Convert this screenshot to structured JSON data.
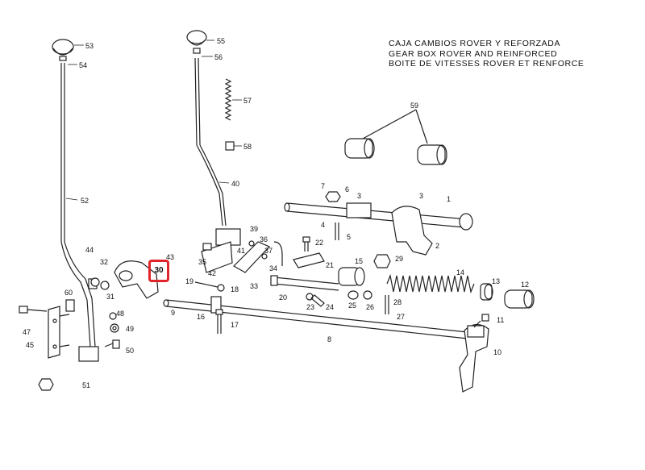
{
  "title": {
    "line1": "CAJA CAMBIOS ROVER Y REFORZADA",
    "line2": "GEAR BOX ROVER AND REINFORCED",
    "line3": "BOITE DE VITESSES ROVER ET RENFORCE"
  },
  "highlight": {
    "part": "30",
    "color": "#e0252a"
  },
  "callouts": {
    "p1": "1",
    "p2": "2",
    "p3": "3",
    "p4": "4",
    "p5": "5",
    "p6": "6",
    "p7": "7",
    "p8": "8",
    "p9": "9",
    "p10": "10",
    "p11": "11",
    "p12": "12",
    "p13": "13",
    "p14": "14",
    "p15": "15",
    "p16": "16",
    "p17": "17",
    "p18": "18",
    "p19": "19",
    "p20": "20",
    "p21": "21",
    "p22": "22",
    "p23": "23",
    "p24": "24",
    "p25": "25",
    "p26": "26",
    "p27": "27",
    "p28": "28",
    "p29": "29",
    "p31": "31",
    "p32": "32",
    "p33": "33",
    "p34": "34",
    "p35": "35",
    "p36": "36",
    "p37": "37",
    "p39": "39",
    "p40": "40",
    "p41": "41",
    "p42": "42",
    "p43": "43",
    "p44": "44",
    "p45": "45",
    "p47": "47",
    "p48": "48",
    "p49": "49",
    "p50": "50",
    "p51": "51",
    "p52": "52",
    "p53": "53",
    "p54": "54",
    "p55": "55",
    "p56": "56",
    "p57": "57",
    "p58": "58",
    "p59": "59",
    "p60": "60"
  }
}
